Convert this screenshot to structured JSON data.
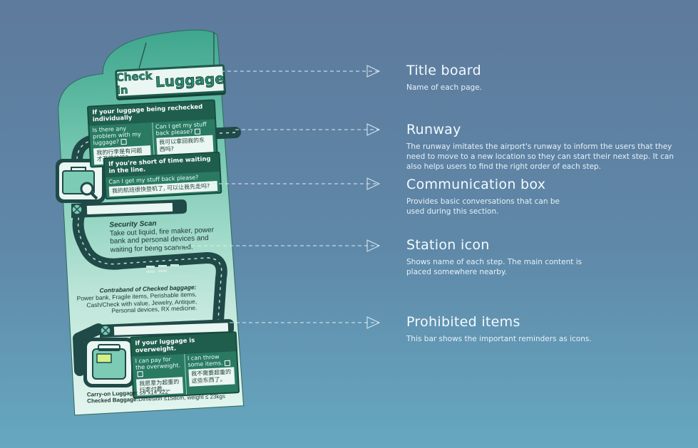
{
  "card": {
    "title_small": "Check in",
    "title_big": "Luggage",
    "box1": {
      "header": "If your luggage being rechecked individually",
      "q1_en": "Is there any problem with my luggage?",
      "q1_zh": "我的行李是有问题才开箱的吗?",
      "q2_en": "Can I get my stuff back please?",
      "q2_zh": "我可以拿回我的东西吗?"
    },
    "box2": {
      "header": "If you're short of time waiting in the line.",
      "q1_en": "Can I get my stuff back please?",
      "q1_zh": "我的航班很快登机了, 可以让我先走吗?"
    },
    "security": {
      "title": "Security Scan",
      "body": "Take out liquid, fire maker, power bank and personal devices and waiting for being scanned."
    },
    "contraband": {
      "title": "Contraband of Checked baggage:",
      "body": "Power bank, Fragile items, Perishable items, Cash/Check with value, Jewelry, Antique, Personal devices, RX medicine."
    },
    "box3": {
      "header": "If your luggage is overweight.",
      "q1_en": "I can pay for the overweight.",
      "q1_zh": "我愿意为超重的行李付费。",
      "q2_en": "I can throw some items.",
      "q2_zh": "我不需要超重的这些东西了。"
    },
    "footer": {
      "carry_label": "Carry-on Luggage:",
      "carry_value": "≤9\"x14\"x22\"",
      "checked_label": "Checked Baggage:",
      "checked_value": "Dimesion ≤158cm, weight ≤ 23kgs"
    }
  },
  "annotations": [
    {
      "title": "Title board",
      "desc": "Name of each page."
    },
    {
      "title": "Runway",
      "desc": "The runway imitates the airport's runway to inform the users that they need to move to a new location so they can start their next step. It can also helps users to find the right order of each step."
    },
    {
      "title": "Communication box",
      "desc": "Provides basic conversations that can be used during this section."
    },
    {
      "title": "Station icon",
      "desc": "Shows name of each step. The main content is placed somewhere nearby."
    },
    {
      "title": "Prohibited items",
      "desc": "This bar shows the important reminders as icons."
    }
  ],
  "colors": {
    "background_top": "#5e7a9c",
    "background_bottom": "#66a8c0",
    "card_green": "#2a7a62",
    "card_dark": "#174c3e",
    "runway": "#1f4a48"
  }
}
